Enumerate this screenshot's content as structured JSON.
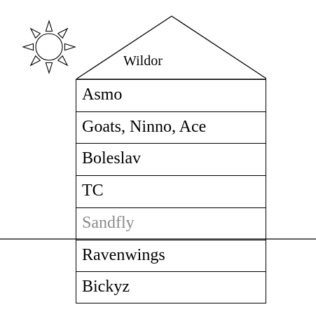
{
  "house": {
    "name": "Wildor",
    "floors": [
      {
        "label": "Asmo",
        "faded": false
      },
      {
        "label": "Goats, Ninno, Ace",
        "faded": false
      },
      {
        "label": "Boleslav",
        "faded": false
      },
      {
        "label": "TC",
        "faded": false
      },
      {
        "label": "Sandfly",
        "faded": true
      },
      {
        "label": "Ravenwings",
        "faded": false
      },
      {
        "label": "Bickyz",
        "faded": false
      }
    ]
  },
  "icons": {
    "sun": "sun-icon"
  },
  "colors": {
    "line": "#000000",
    "text": "#000000",
    "faded_text": "#8a8a8a",
    "background": "#ffffff"
  }
}
